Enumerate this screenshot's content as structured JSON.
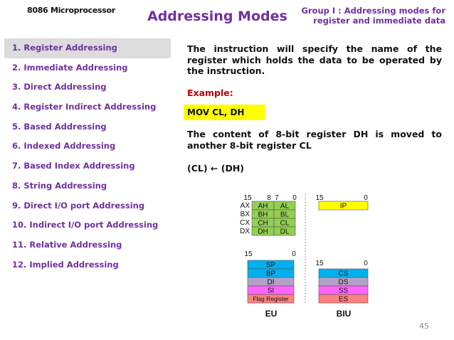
{
  "header": {
    "course": "8086 Microprocessor",
    "title": "Addressing Modes",
    "group_line1": "Group I : Addressing modes for",
    "group_line2": "register and immediate data"
  },
  "nav": {
    "items": [
      "1.  Register Addressing",
      "2.  Immediate Addressing",
      "3.  Direct Addressing",
      "4.  Register Indirect Addressing",
      "5.  Based Addressing",
      "6.  Indexed Addressing",
      "7.  Based Index Addressing",
      "8.  String Addressing",
      "9.  Direct I/O port Addressing",
      "10. Indirect I/O port Addressing",
      "11. Relative Addressing",
      "12. Implied Addressing"
    ],
    "active_index": 0
  },
  "content": {
    "paragraph1": "The instruction will specify the name of the register which holds the data to be operated by the instruction.",
    "example_label": "Example:",
    "code": "MOV CL, DH",
    "paragraph2": "The content of 8-bit register DH is moved to another 8-bit register CL",
    "expression": "(CL) ← (DH)"
  },
  "diagram": {
    "eu_label": "EU",
    "biu_label": "BIU",
    "gp_bits": {
      "hi": "15",
      "mid_hi": "8",
      "mid_lo": "7",
      "lo": "0"
    },
    "gp_registers": [
      {
        "name": "AX",
        "high": "AH",
        "low": "AL"
      },
      {
        "name": "BX",
        "high": "BH",
        "low": "BL"
      },
      {
        "name": "CX",
        "high": "CH",
        "low": "CL"
      },
      {
        "name": "DX",
        "high": "DH",
        "low": "DL"
      }
    ],
    "ip_bits": {
      "hi": "15",
      "lo": "0"
    },
    "ip": "IP",
    "ptr_bits": {
      "hi": "15",
      "lo": "0"
    },
    "ptr_registers": [
      "SP",
      "BP",
      "DI",
      "SI",
      "Flag Register"
    ],
    "seg_bits": {
      "hi": "15",
      "lo": "0"
    },
    "seg_registers": [
      "CS",
      "DS",
      "SS",
      "ES"
    ],
    "colors": {
      "gp": "#92d050",
      "ip": "#ffff00",
      "sp_bp": "#00b0f0",
      "di": "#b2a1c7",
      "si": "#ff66ff",
      "flag": "#ff8080",
      "cs": "#00b0f0",
      "ds": "#b2a1c7",
      "ss": "#ff66ff",
      "es": "#ff8080",
      "divider": "#999999"
    }
  },
  "footer": {
    "page_number": "45"
  }
}
